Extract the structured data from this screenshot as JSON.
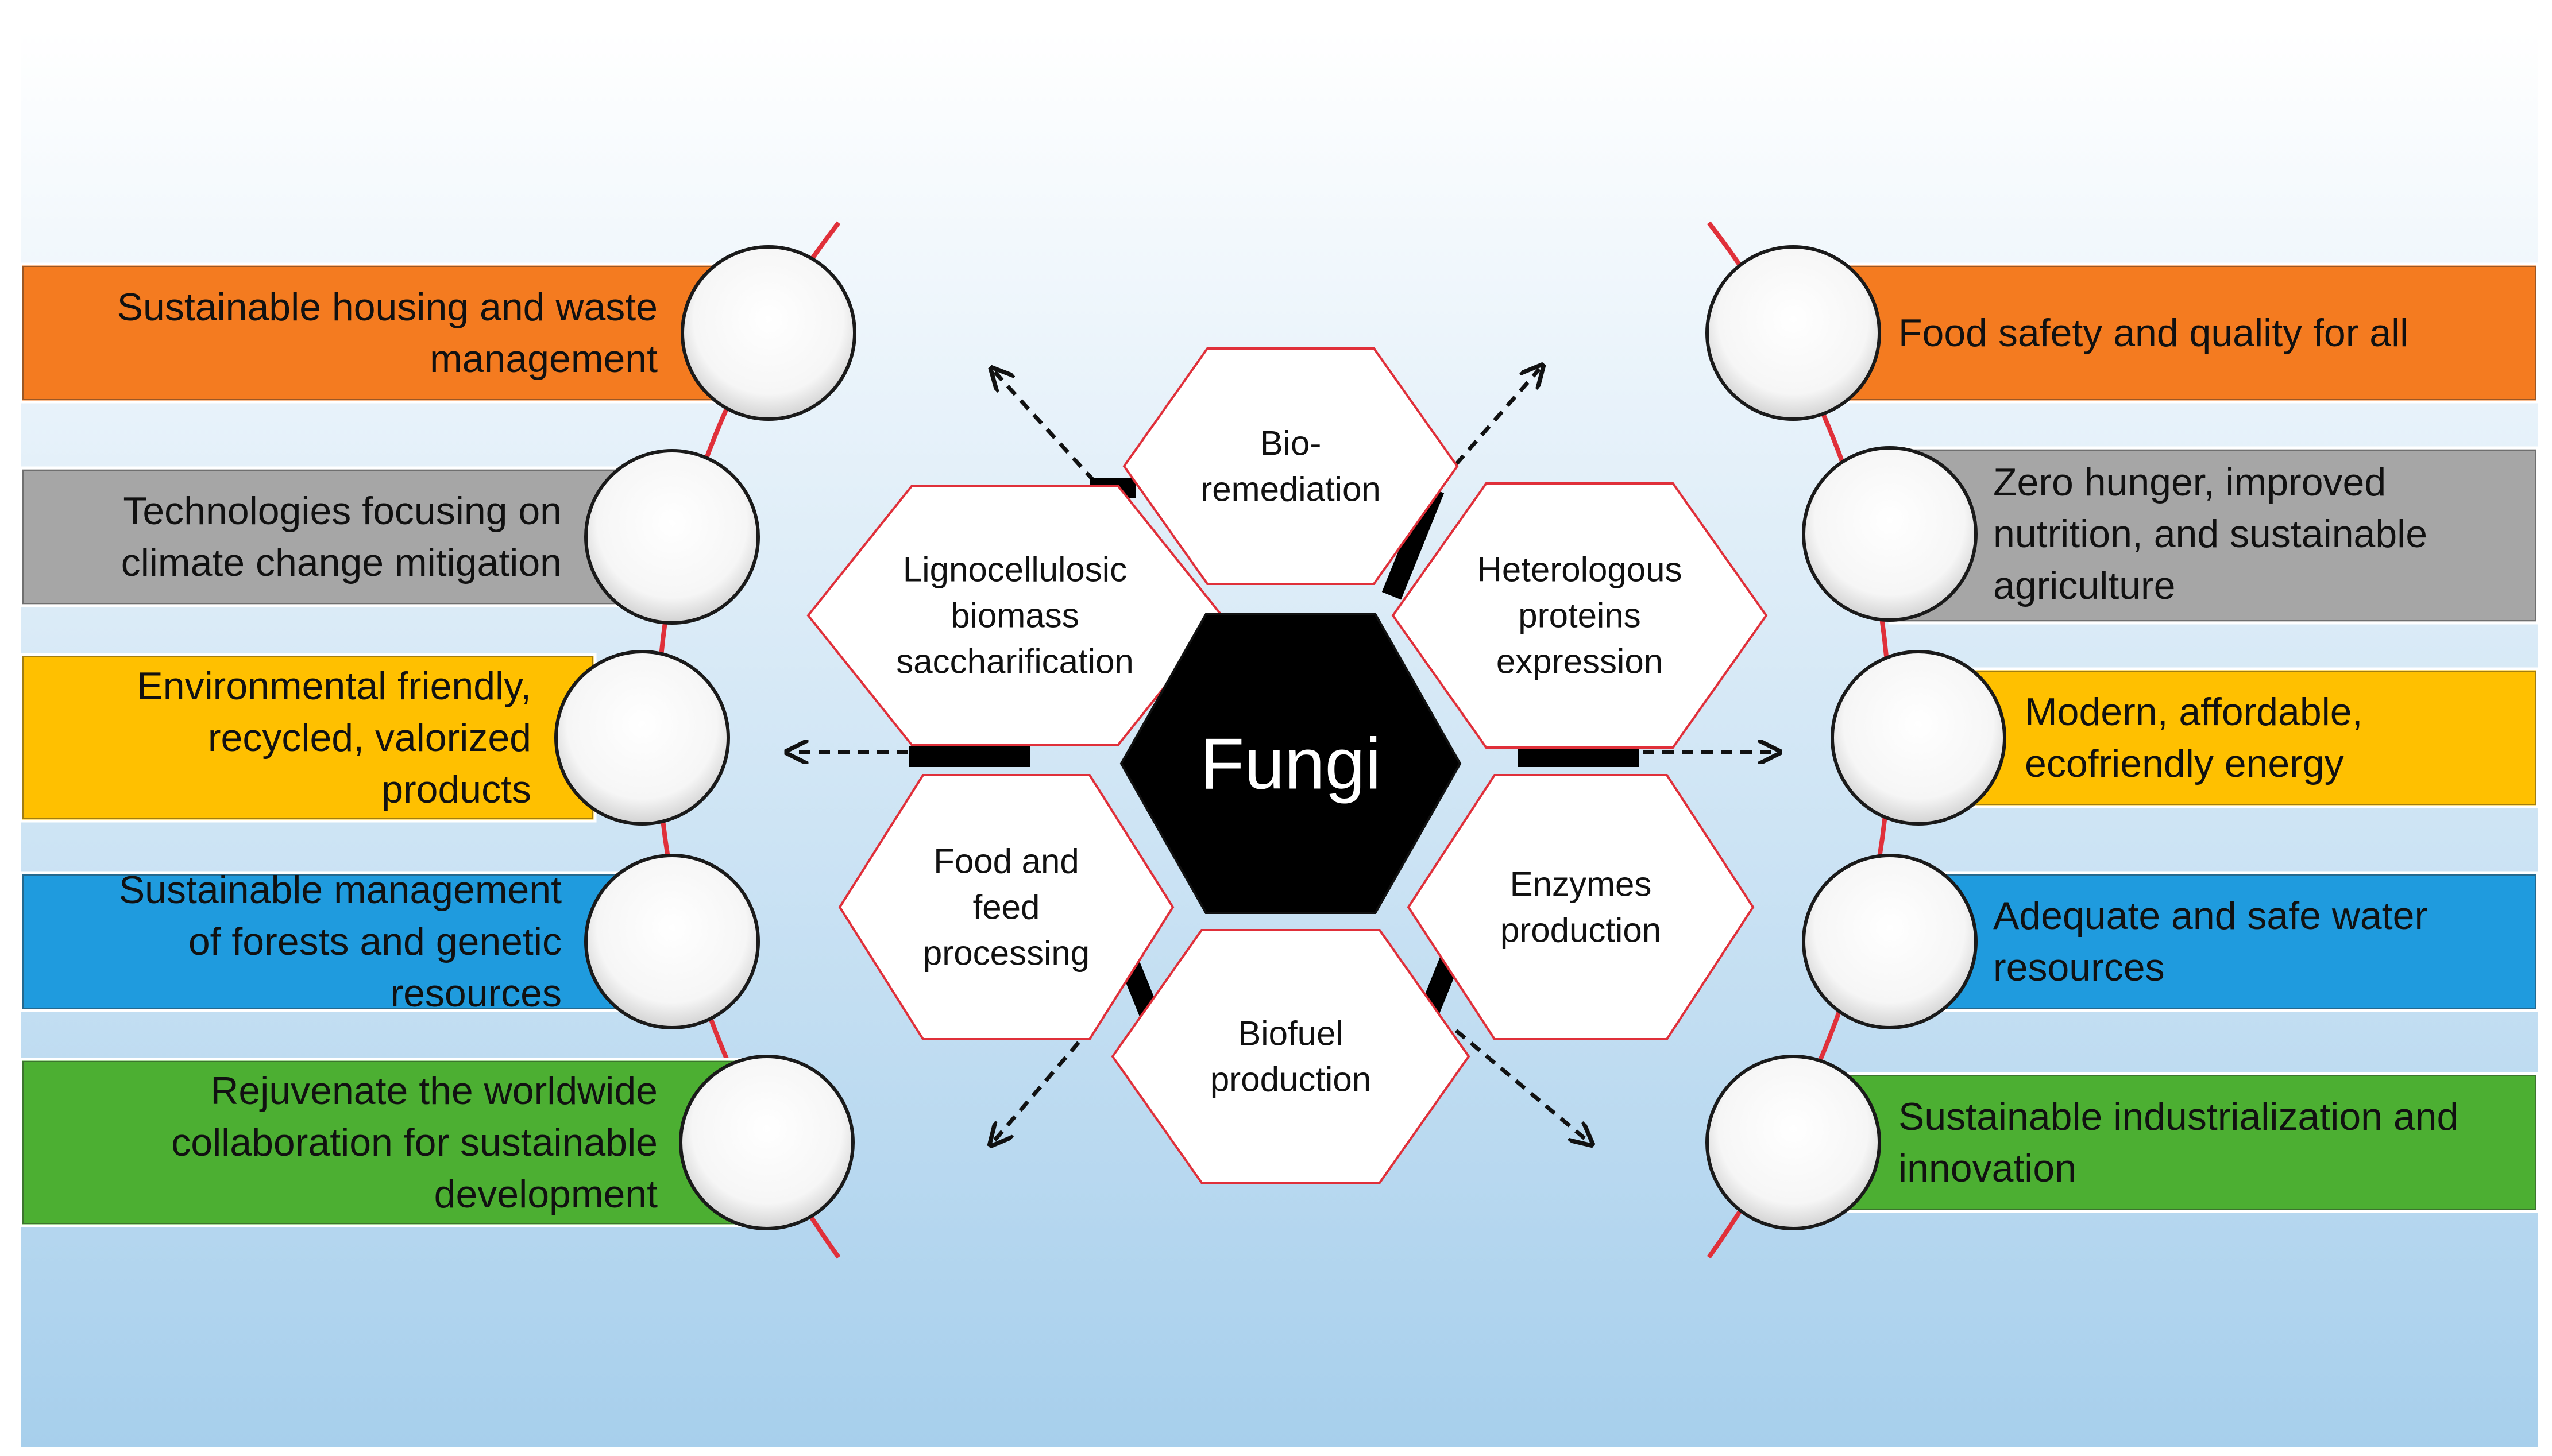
{
  "center": {
    "label": "Fungi"
  },
  "applications": [
    {
      "id": "bioremediation",
      "lines": [
        "Bio-",
        "remediation"
      ]
    },
    {
      "id": "heterologous",
      "lines": [
        "Heterologous",
        "proteins",
        "expression"
      ]
    },
    {
      "id": "enzymes",
      "lines": [
        "Enzymes",
        "production"
      ]
    },
    {
      "id": "biofuel",
      "lines": [
        "Biofuel",
        "production"
      ]
    },
    {
      "id": "food-feed",
      "lines": [
        "Food and",
        "feed",
        "processing"
      ]
    },
    {
      "id": "lignocellulosic",
      "lines": [
        "Lignocellulosic",
        "biomass",
        "saccharification"
      ]
    }
  ],
  "left_goals": [
    {
      "id": "housing-waste",
      "color": "#F47B20",
      "lines": [
        "Sustainable housing and waste",
        "management"
      ]
    },
    {
      "id": "climate",
      "color": "#A6A6A6",
      "lines": [
        "Technologies focusing on",
        "climate change mitigation"
      ]
    },
    {
      "id": "eco-products",
      "color": "#FFC000",
      "lines": [
        "Environmental friendly,",
        "recycled, valorized",
        "products"
      ]
    },
    {
      "id": "forests",
      "color": "#1F9BDE",
      "lines": [
        "Sustainable management",
        "of forests and genetic",
        "resources"
      ]
    },
    {
      "id": "collaboration",
      "color": "#4CAF32",
      "lines": [
        "Rejuvenate the worldwide",
        "collaboration for sustainable",
        "development"
      ]
    }
  ],
  "right_goals": [
    {
      "id": "food-safety",
      "color": "#F47B20",
      "lines": [
        "Food safety and quality for all"
      ]
    },
    {
      "id": "zero-hunger",
      "color": "#A6A6A6",
      "lines": [
        "Zero hunger, improved",
        "nutrition, and sustainable",
        "agriculture"
      ]
    },
    {
      "id": "energy",
      "color": "#FFC000",
      "lines": [
        "Modern, affordable,",
        "ecofriendly energy"
      ]
    },
    {
      "id": "water",
      "color": "#1F9BDE",
      "lines": [
        "Adequate and safe water",
        "resources"
      ]
    },
    {
      "id": "industrialization",
      "color": "#4CAF32",
      "lines": [
        "Sustainable industrialization and",
        "innovation"
      ]
    }
  ],
  "colors": {
    "accent_line": "#E0303A",
    "hex_border": "#E0303A",
    "center_fill": "#000000"
  }
}
